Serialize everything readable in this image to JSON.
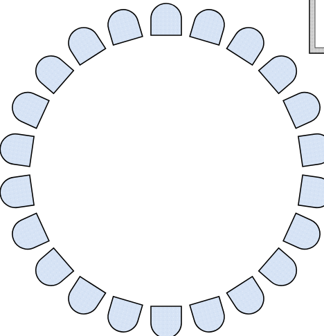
{
  "diagram": {
    "type": "seating-arrangement",
    "seat_count": 22,
    "seat_shape": "d-shape",
    "seat_fill": "#d6e3f5",
    "seat_stroke": "#000000",
    "background": "#ffffff",
    "corner_thumbnail_fill": "#cfcfcf"
  }
}
